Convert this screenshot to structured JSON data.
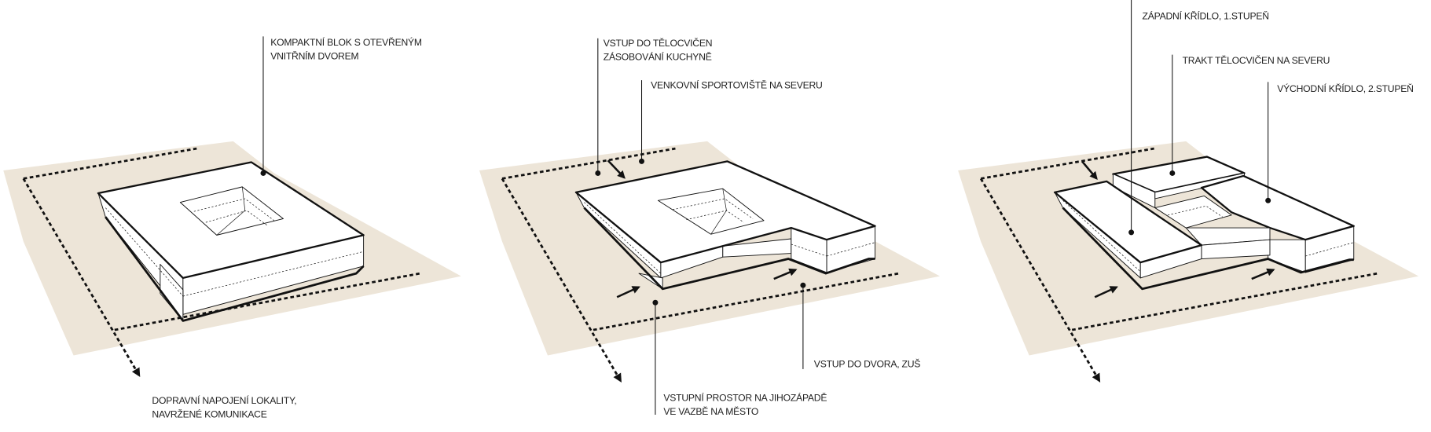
{
  "colors": {
    "ground": "#ede5d8",
    "lines": "#111111",
    "building": "#ffffff"
  },
  "panel1": {
    "label_block": [
      "KOMPAKTNÍ BLOK S OTEVŘENÝM",
      "VNITŘNÍM DVOREM"
    ],
    "label_traffic": [
      "DOPRAVNÍ NAPOJENÍ LOKALITY,",
      "NAVRŽENÉ KOMUNIKACE"
    ]
  },
  "panel2": {
    "label_gym_entry": [
      "VSTUP DO TĚLOCVIČEN",
      "ZÁSOBOVÁNÍ KUCHYNĚ"
    ],
    "label_sports": "VENKOVNÍ SPORTOVIŠTĚ NA SEVERU",
    "label_courtyard_entry": "VSTUP DO DVORA, ZUŠ",
    "label_entrance": [
      "VSTUPNÍ PROSTOR NA JIHOZÁPADĚ",
      "VE VAZBĚ NA MĚSTO"
    ]
  },
  "panel3": {
    "label_west": "ZÁPADNÍ KŘÍDLO, 1.STUPEŇ",
    "label_north": "TRAKT TĚLOCVIČEN NA SEVERU",
    "label_east": "VÝCHODNÍ KŘÍDLO, 2.STUPEŇ"
  }
}
